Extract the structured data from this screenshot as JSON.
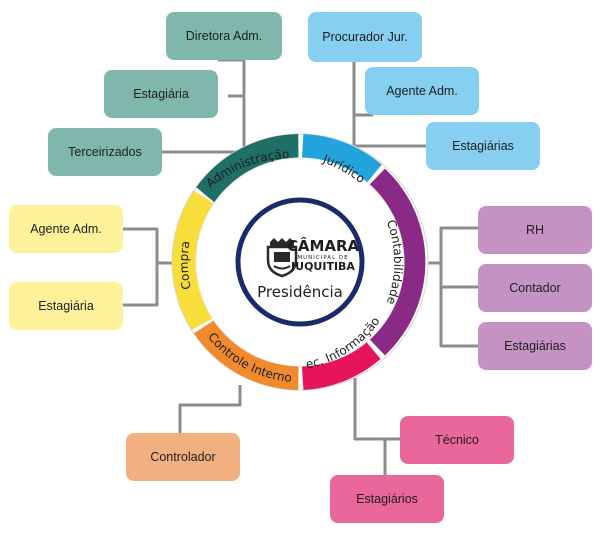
{
  "center": {
    "brand_main": "CÂMARA",
    "brand_sub": "MUNICIPAL DE",
    "brand_city": "JUQUITIBA",
    "label": "Presidência",
    "logo_icon": "coat-of-arms-icon"
  },
  "sectors": [
    {
      "id": "administracao",
      "label": "Administração",
      "color": "#1f6f66"
    },
    {
      "id": "juridico",
      "label": "Jurídico",
      "color": "#23a3dc"
    },
    {
      "id": "contabilidade",
      "label": "Contabilidade",
      "color": "#8a2a86"
    },
    {
      "id": "tec-informacao",
      "label": "Tec. Informação",
      "color": "#e5145b"
    },
    {
      "id": "controle-interno",
      "label": "Controle Interno",
      "color": "#f08a2c"
    },
    {
      "id": "compras",
      "label": "Compras",
      "color": "#f7de3a"
    }
  ],
  "boxes": {
    "administracao": [
      "Diretora Adm.",
      "Estagiária",
      "Terceirizados"
    ],
    "juridico": [
      "Procurador Jur.",
      "Agente Adm.",
      "Estagiárias"
    ],
    "contabilidade": [
      "RH",
      "Contador",
      "Estagiárias"
    ],
    "tec_informacao": [
      "Técnico",
      "Estagiários"
    ],
    "controle_interno": [
      "Controlador"
    ],
    "compras": [
      "Agente Adm.",
      "Estagiária"
    ]
  },
  "box_colors": {
    "administracao": "#7fb7ad",
    "juridico": "#86cff0",
    "contabilidade": "#c592c4",
    "tec_informacao": "#e9679a",
    "controle_interno": "#f2b080",
    "compras": "#fdf29a"
  }
}
